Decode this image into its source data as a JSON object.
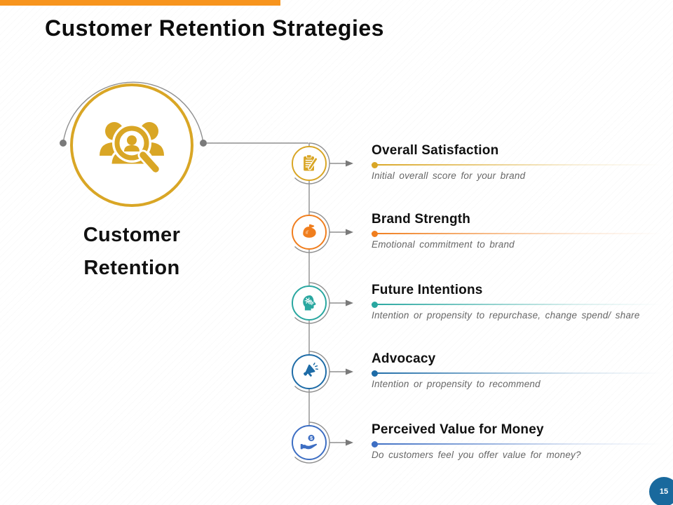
{
  "slide": {
    "title": "Customer Retention Strategies",
    "page_number": "15",
    "accent_bar_color": "#F7941D",
    "page_badge_color": "#19699D",
    "connector_color": "#8f8f8f"
  },
  "hub": {
    "label_line1": "Customer",
    "label_line2": "Retention",
    "icon": "people-search-icon",
    "color": "#D9A625"
  },
  "items": [
    {
      "title": "Overall Satisfaction",
      "description": "Initial overall score for your brand",
      "icon": "clipboard-pen-icon",
      "color": "#D9A625"
    },
    {
      "title": "Brand Strength",
      "description": "Emotional commitment to brand",
      "icon": "muscle-arm-icon",
      "color": "#F07E1E"
    },
    {
      "title": "Future Intentions",
      "description": "Intention or propensity to repurchase, change spend/ share",
      "icon": "head-gears-icon",
      "color": "#29A7A0"
    },
    {
      "title": "Advocacy",
      "description": "Intention or propensity to recommend",
      "icon": "megaphone-icon",
      "color": "#1E6CA7"
    },
    {
      "title": "Perceived Value for Money",
      "description": "Do customers feel you offer value for money?",
      "icon": "hand-coin-icon",
      "color": "#3D6EC3"
    }
  ]
}
